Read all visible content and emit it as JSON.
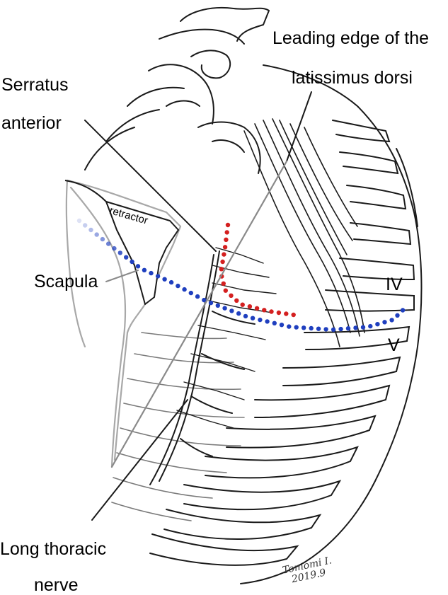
{
  "labels": {
    "lat_line1": "Leading edge of the",
    "lat_line2": "latissimus dorsi",
    "serratus_line1": "Serratus",
    "serratus_line2": "anterior",
    "scapula": "Scapula",
    "retractor": "retractor",
    "rib_iv": "IV",
    "rib_v": "V",
    "nerve_line1": "Long thoracic",
    "nerve_line2": "nerve"
  },
  "signature": {
    "line1": "Tomomi I.",
    "line2": "2019.9"
  },
  "colors": {
    "outline": "#1a1a1a",
    "faded_outline": "#a8a8a8",
    "blue_dots": "#1f3fbf",
    "red_dots": "#d42020"
  }
}
